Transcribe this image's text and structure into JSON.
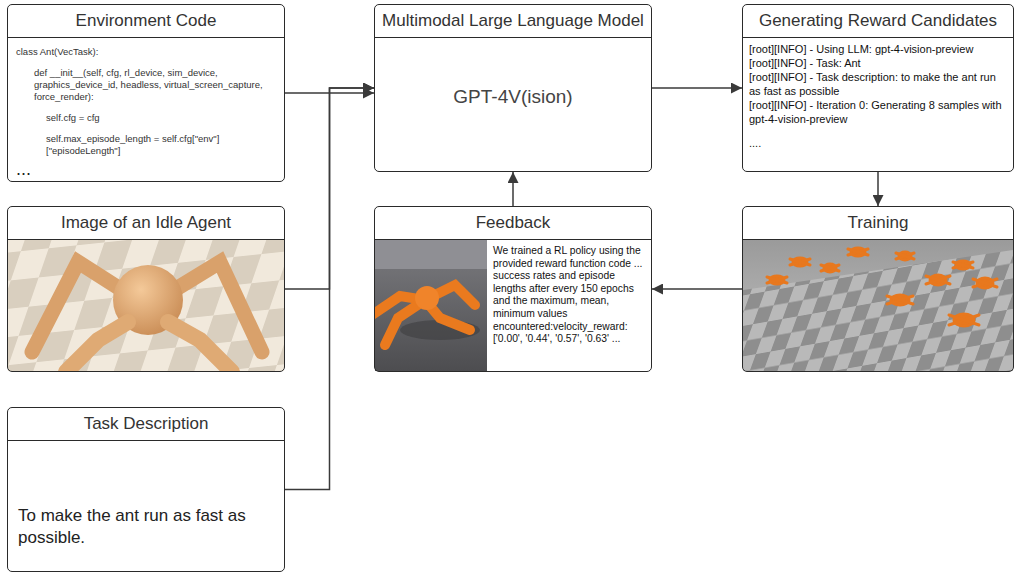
{
  "diagram": {
    "nodes": [
      {
        "text": [
          "Environment Code",
          "class Ant(VecTask):",
          "def __init__(self, cfg, rl_device, sim_device, graphics_device_id, headless, virtual_screen_capture, force_render):",
          "self.cfg = cfg",
          "self.max_episode_length = self.cfg[\"env\"][\"episodeLength\"]",
          "..."
        ]
      },
      {
        "text": [
          "Multimodal Large Language Model",
          "GPT-4V(ision)"
        ]
      },
      {
        "text": [
          "Generating Reward Candidates",
          "[root][INFO] - Using LLM: gpt-4-vision-preview",
          "[root][INFO] - Task: Ant",
          "[root][INFO] - Task description: to make the ant run as fast as possible",
          "[root][INFO] - Iteration 0: Generating 8 samples with gpt-4-vision-preview",
          "...."
        ]
      },
      {
        "text": [
          "Image of an Idle Agent"
        ]
      },
      {
        "text": [
          "Feedback",
          "We trained a RL policy using the provided reward function code ... success rates and episode lengths after every 150 epochs and the maximum, mean, minimum values encountered:velocity_reward: ['0.00', '0.44', '0.57', '0.63' ..."
        ]
      },
      {
        "text": [
          "Training"
        ]
      },
      {
        "text": [
          "Task Description",
          "To make the ant run as fast as possible."
        ]
      }
    ],
    "edges": [
      {
        "from": 0,
        "to": 1,
        "arrow": "to"
      },
      {
        "from": 3,
        "to": 1,
        "arrow": "to"
      },
      {
        "from": 6,
        "to": 1,
        "arrow": "to"
      },
      {
        "from": 1,
        "to": 2,
        "arrow": "to"
      },
      {
        "from": 2,
        "to": 5,
        "arrow": "to"
      },
      {
        "from": 5,
        "to": 4,
        "arrow": "to"
      },
      {
        "from": 4,
        "to": 1,
        "arrow": "to"
      }
    ]
  }
}
